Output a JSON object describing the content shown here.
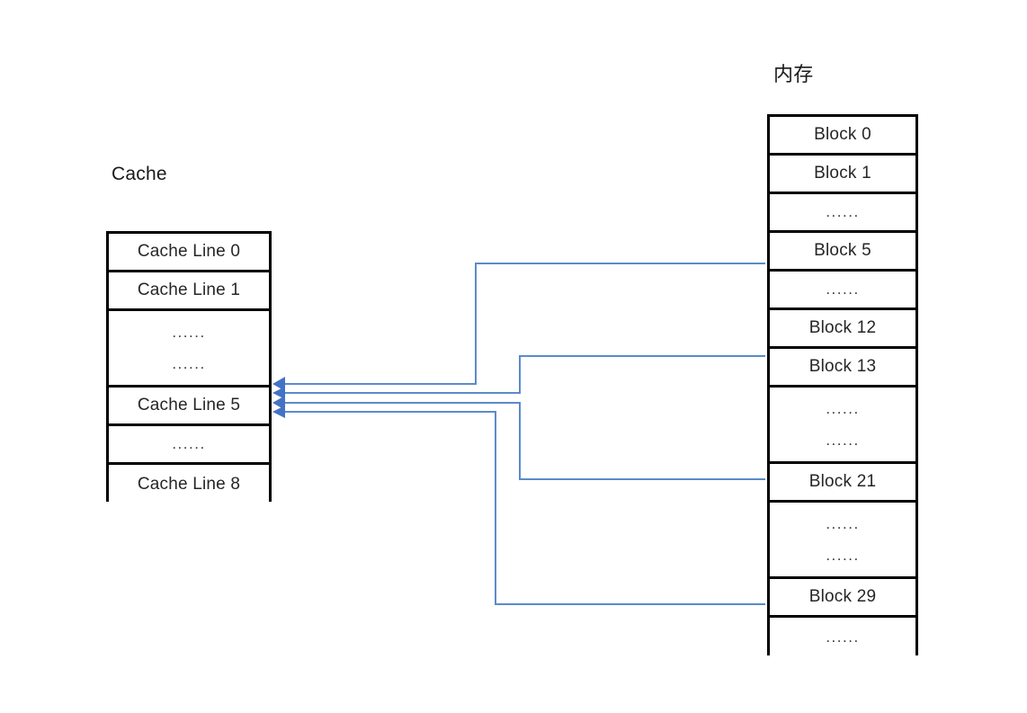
{
  "diagram": {
    "type": "cache-mapping-diagram",
    "accent_color": "#5b8bc9",
    "arrow_color": "#4472c4",
    "line_color": "#000000",
    "background": "#ffffff"
  },
  "cache": {
    "title": "Cache",
    "rows": [
      {
        "label": "Cache Line 0",
        "kind": "line",
        "height": 43
      },
      {
        "label": "Cache Line 1",
        "kind": "line",
        "height": 43
      },
      {
        "label": "......",
        "label2": "......",
        "kind": "ellipsis-tall",
        "height": 85
      },
      {
        "label": "Cache Line 5",
        "kind": "line",
        "height": 43
      },
      {
        "label": "......",
        "kind": "ellipsis",
        "height": 43
      },
      {
        "label": "Cache Line 8",
        "kind": "line",
        "height": 44
      }
    ]
  },
  "memory": {
    "title": "内存",
    "rows": [
      {
        "label": "Block 0",
        "kind": "block",
        "height": 43
      },
      {
        "label": "Block 1",
        "kind": "block",
        "height": 43
      },
      {
        "label": "......",
        "kind": "ellipsis",
        "height": 43
      },
      {
        "label": "Block 5",
        "kind": "block",
        "height": 43
      },
      {
        "label": "......",
        "kind": "ellipsis",
        "height": 43
      },
      {
        "label": "Block 12",
        "kind": "block",
        "height": 43
      },
      {
        "label": "Block 13",
        "kind": "block",
        "height": 43
      },
      {
        "label": "......",
        "label2": "......",
        "kind": "ellipsis-tall",
        "height": 85
      },
      {
        "label": "Block 21",
        "kind": "block",
        "height": 43
      },
      {
        "label": "......",
        "label2": "......",
        "kind": "ellipsis-tall",
        "height": 85
      },
      {
        "label": "Block 29",
        "kind": "block",
        "height": 43
      },
      {
        "label": "......",
        "kind": "ellipsis",
        "height": 44
      }
    ]
  },
  "connections": [
    {
      "id": "block5-to-line5",
      "from": "Block 5",
      "to": "Cache Line 5"
    },
    {
      "id": "block13-to-line5",
      "from": "Block 13",
      "to": "Cache Line 5"
    },
    {
      "id": "block21-to-line5",
      "from": "Block 21",
      "to": "Cache Line 5"
    },
    {
      "id": "block29-to-line5",
      "from": "Block 29",
      "to": "Cache Line 5"
    }
  ]
}
